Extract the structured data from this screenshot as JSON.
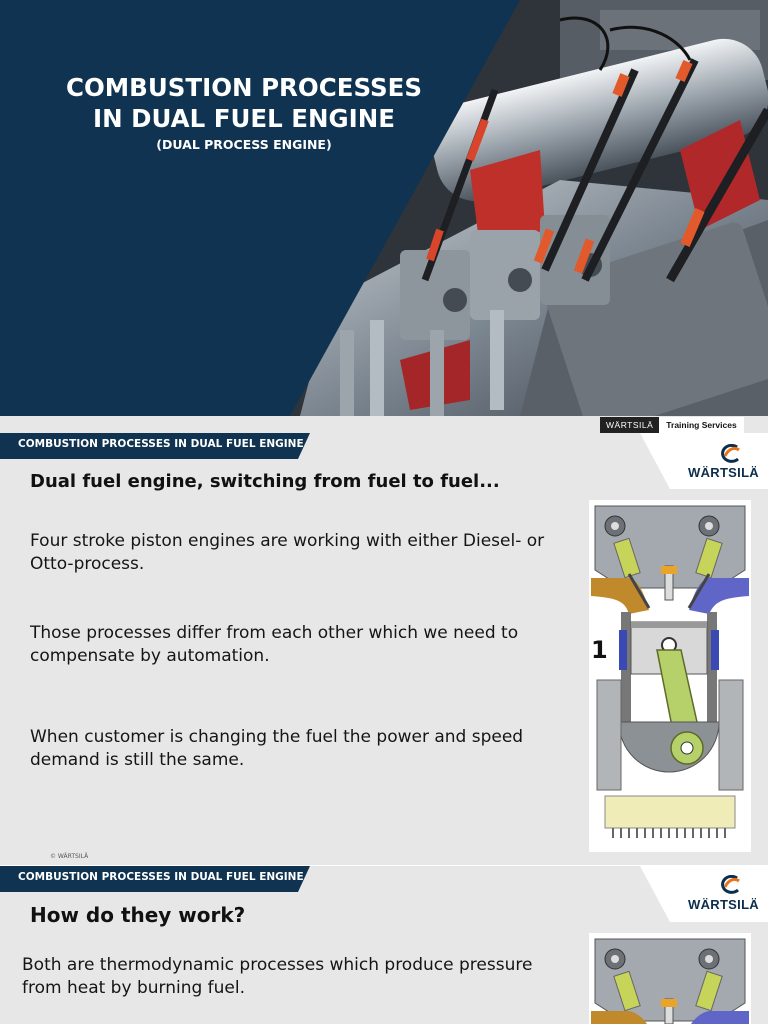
{
  "cover": {
    "title_line1": "COMBUSTION PROCESSES",
    "title_line2": "IN DUAL FUEL ENGINE",
    "subtitle": "(DUAL PROCESS ENGINE)",
    "brand_dark": "WÄRTSILÄ",
    "brand_light": "Training Services"
  },
  "slide2": {
    "banner": "COMBUSTION PROCESSES IN DUAL FUEL ENGINE",
    "logo": "WÄRTSILÄ",
    "heading": "Dual fuel engine, switching from fuel to fuel...",
    "paragraphs": [
      "Four stroke piston engines are working with either Diesel- or Otto-process.",
      "Those processes differ from each other which we need to compensate by automation.",
      "When customer is changing the fuel the power and speed demand is still the same."
    ],
    "diagram_label": "1",
    "copyright": "© WÄRTSILÄ"
  },
  "slide3": {
    "banner": "COMBUSTION PROCESSES IN DUAL FUEL ENGINE",
    "logo": "WÄRTSILÄ",
    "heading": "How do they work?",
    "paragraph": "Both are thermodynamic processes which produce pressure from heat by burning fuel."
  },
  "colors": {
    "navy": "#0f3350",
    "banner": "#0f3350",
    "background": "#e7e7e7",
    "accent_red": "#c0302a",
    "logo_orange": "#e9731d",
    "logo_blue": "#0c2e4c"
  }
}
